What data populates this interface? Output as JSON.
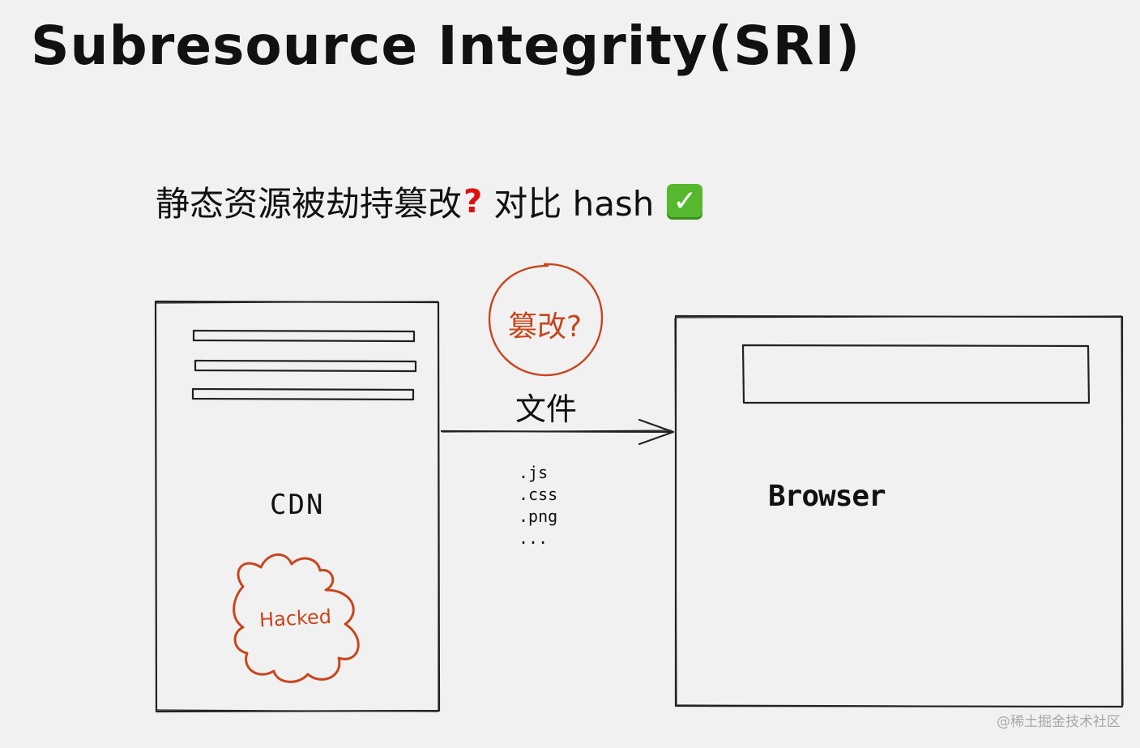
{
  "title": "Subresource Integrity(SRI)",
  "subtitle": {
    "text": "静态资源被劫持篡改",
    "question_mark": "?",
    "compare_text": "对比 hash",
    "check_mark": "✓"
  },
  "diagram": {
    "cdn_label": "CDN",
    "hacked_label": "Hacked",
    "browser_label": "Browser",
    "tamper_label": "篡改?",
    "file_label": "文件",
    "file_types": [
      ".js",
      ".css",
      ".png",
      "..."
    ]
  },
  "watermark": "@稀土掘金技术社区",
  "colors": {
    "accent": "#c8451d",
    "check_green": "#55b82f",
    "question_red": "#dd1111",
    "background": "#f1f1f1"
  },
  "icons": {
    "question": "red-question-mark-icon",
    "check": "green-check-box-icon",
    "hacked": "cloud-outline-icon",
    "arrow": "right-arrow-icon"
  }
}
